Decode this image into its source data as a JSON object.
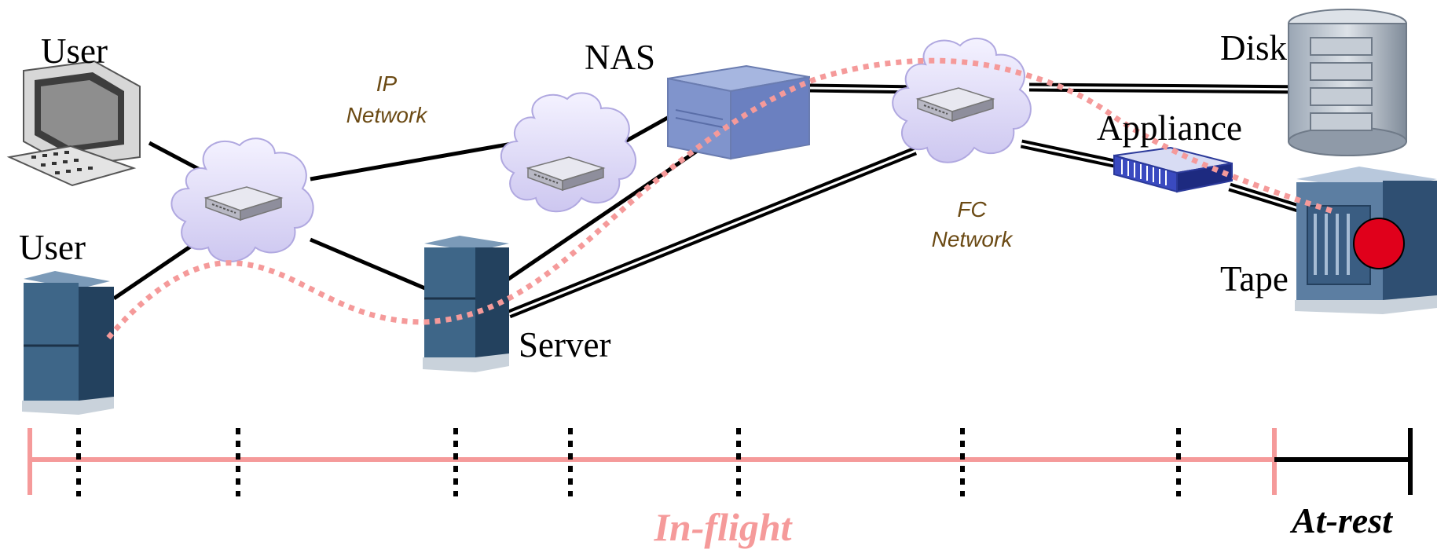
{
  "labels": {
    "user_top": "User",
    "user_bottom": "User",
    "nas": "NAS",
    "server": "Server",
    "disk": "Disk",
    "appliance": "Appliance",
    "tape": "Tape"
  },
  "networks": {
    "ip_line1": "IP",
    "ip_line2": "Network",
    "fc_line1": "FC",
    "fc_line2": "Network"
  },
  "timeline": {
    "in_flight": "In-flight",
    "at_rest": "At-rest"
  },
  "colors": {
    "in_flight": "#f59a9a",
    "at_rest": "#000000",
    "tape_marker": "#e0001b",
    "network_label": "#6b4a14"
  },
  "icons": {
    "workstation": "desktop-computer-icon",
    "tower": "tower-server-icon",
    "cloud_router": "cloud-router-icon",
    "nas": "nas-storage-icon",
    "disk": "disk-array-icon",
    "appliance": "appliance-switch-icon",
    "tape": "tape-library-icon"
  }
}
